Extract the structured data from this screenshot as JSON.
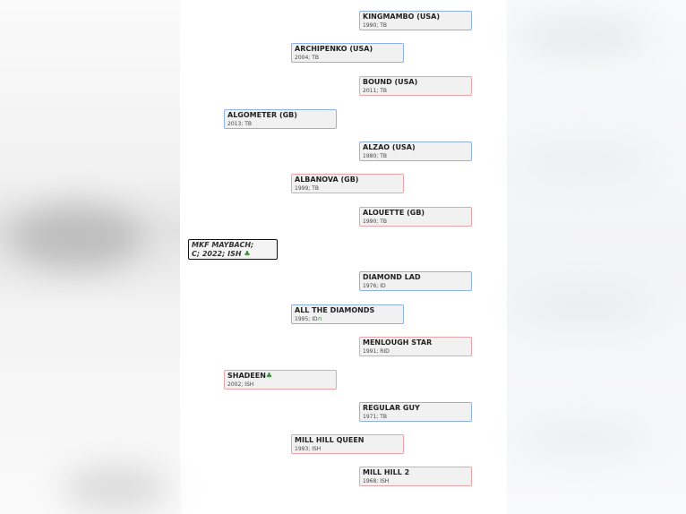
{
  "subject": {
    "name": "MKF MAYBACH;",
    "info": "C; 2022; ISH",
    "icon": "clover-icon"
  },
  "sire": {
    "name": "ALGOMETER (GB)",
    "info": "2013; TB"
  },
  "sire_sire": {
    "name": "ARCHIPENKO (USA)",
    "info": "2004; TB"
  },
  "sire_sire_sire": {
    "name": "KINGMAMBO (USA)",
    "info": "1990; TB"
  },
  "sire_sire_dam": {
    "name": "BOUND (USA)",
    "info": "2011; TB"
  },
  "sire_dam": {
    "name": "ALBANOVA (GB)",
    "info": "1999; TB"
  },
  "sire_dam_sire": {
    "name": "ALZAO (USA)",
    "info": "1980; TB"
  },
  "sire_dam_dam": {
    "name": "ALOUETTE (GB)",
    "info": "1990; TB"
  },
  "dam": {
    "name": "SHADEEN",
    "info": "2002; ISH",
    "icon": "clover-icon"
  },
  "dam_sire": {
    "name": "ALL THE DIAMONDS",
    "info": "1995; ID",
    "icon": "horseshoe-icon"
  },
  "dam_sire_sire": {
    "name": "DIAMOND LAD",
    "info": "1976; ID"
  },
  "dam_sire_dam": {
    "name": "MENLOUGH STAR",
    "info": "1991; RID"
  },
  "dam_dam": {
    "name": "MILL HILL QUEEN",
    "info": "1993; ISH"
  },
  "dam_dam_sire": {
    "name": "REGULAR GUY",
    "info": "1971; TB"
  },
  "dam_dam_dam": {
    "name": "MILL HILL 2",
    "info": "1968; ISH"
  },
  "colors": {
    "male_border": "#8fb2ea",
    "female_border": "#eca2a8",
    "card_bg": "#f1f1f1"
  }
}
